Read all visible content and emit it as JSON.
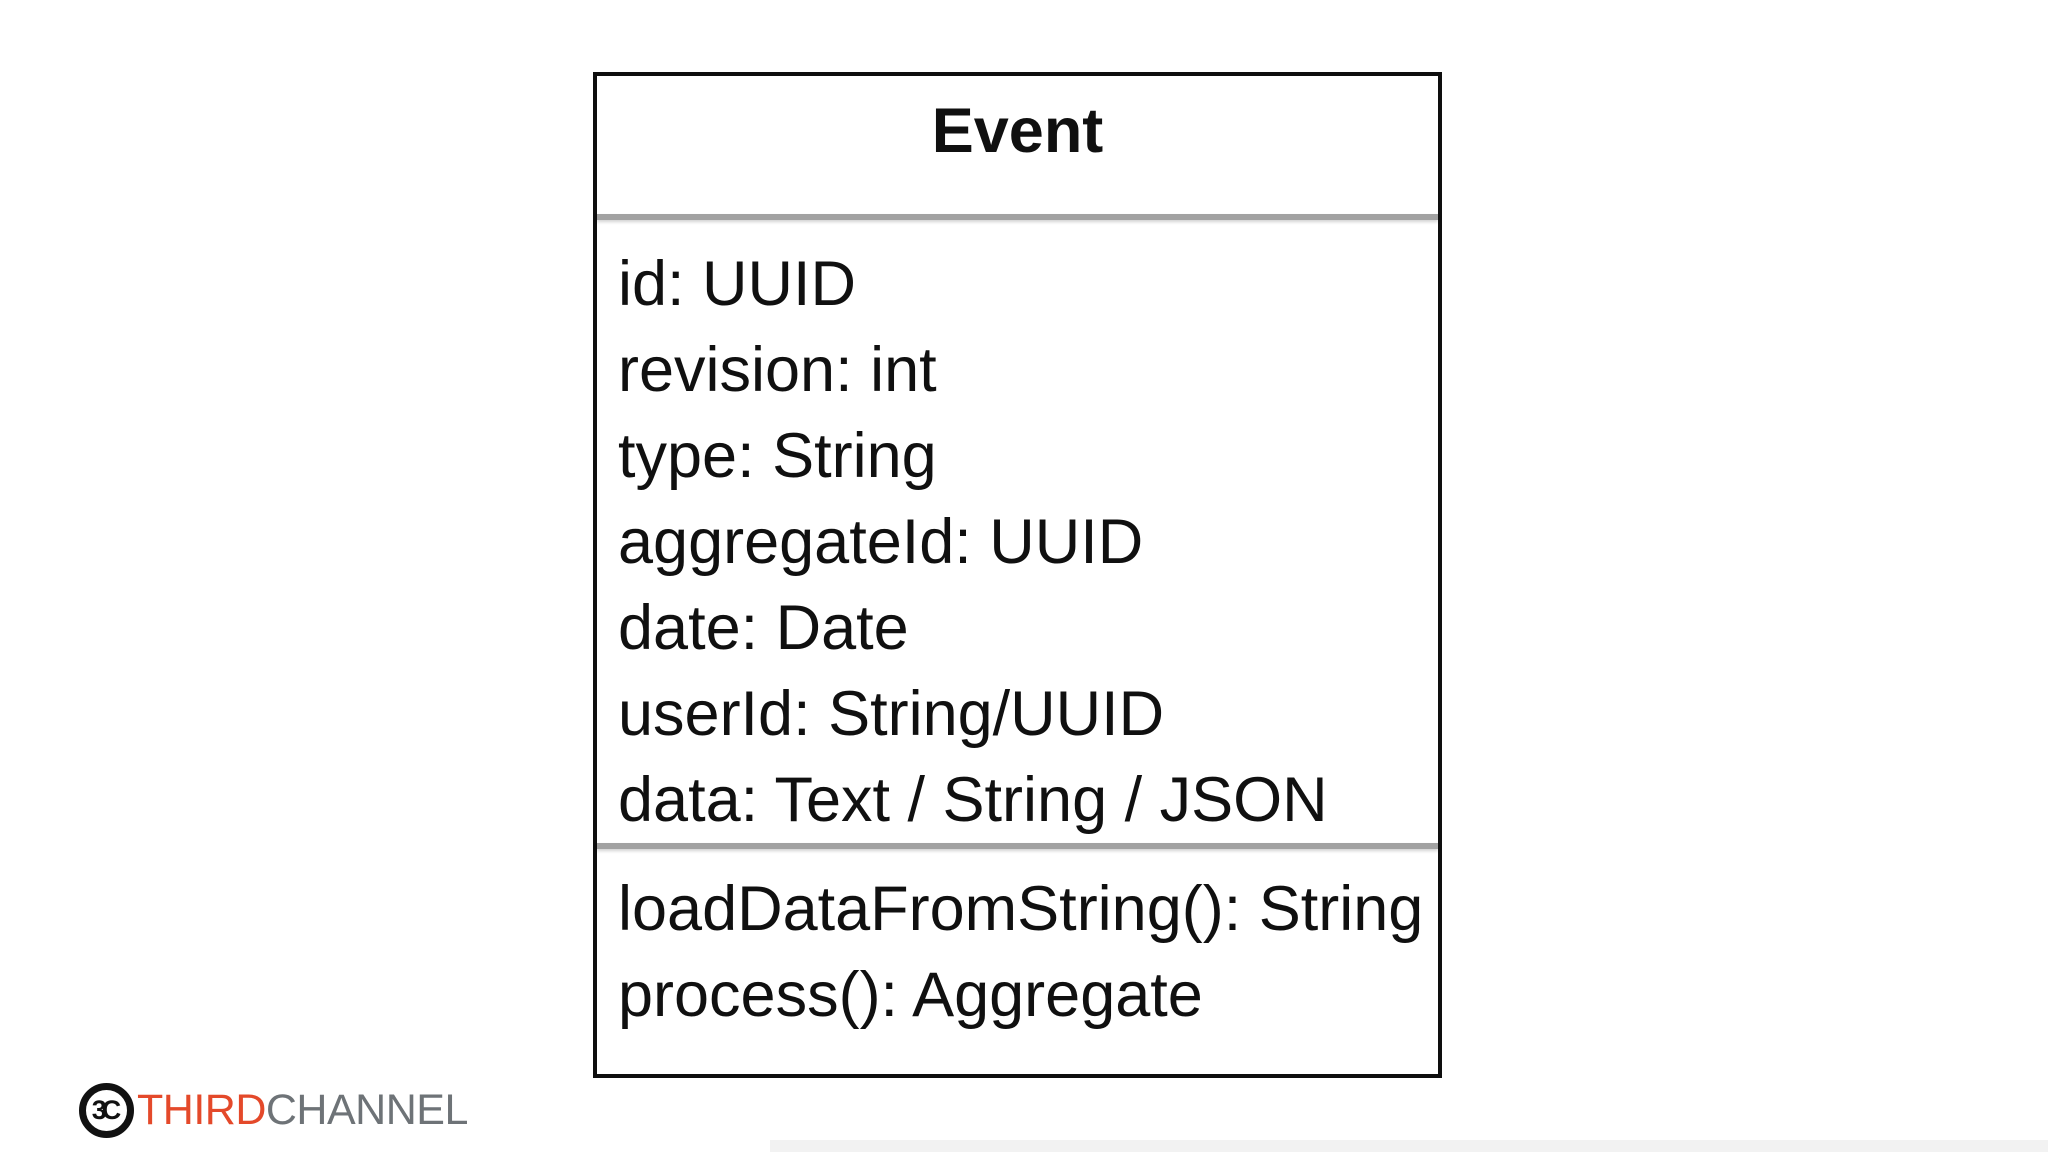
{
  "theme": {
    "background": "#ffffff",
    "border": "#0e0e0e",
    "separator": "#a2a2a2",
    "text": "#101010",
    "icon": "#111111",
    "brand-primary": "#e4492a",
    "brand-secondary": "#6e7377"
  },
  "diagram": {
    "class_name": "Event",
    "attributes": [
      "id: UUID",
      "revision: int",
      "type: String",
      "aggregateId: UUID",
      "date: Date",
      "userId: String/UUID",
      "data: Text / String / JSON"
    ],
    "methods": [
      "loadDataFromString(): String",
      "process(): Aggregate"
    ]
  },
  "logo": {
    "icon_monogram": "3C",
    "word_primary": "THIRD",
    "word_secondary": "CHANNEL"
  }
}
